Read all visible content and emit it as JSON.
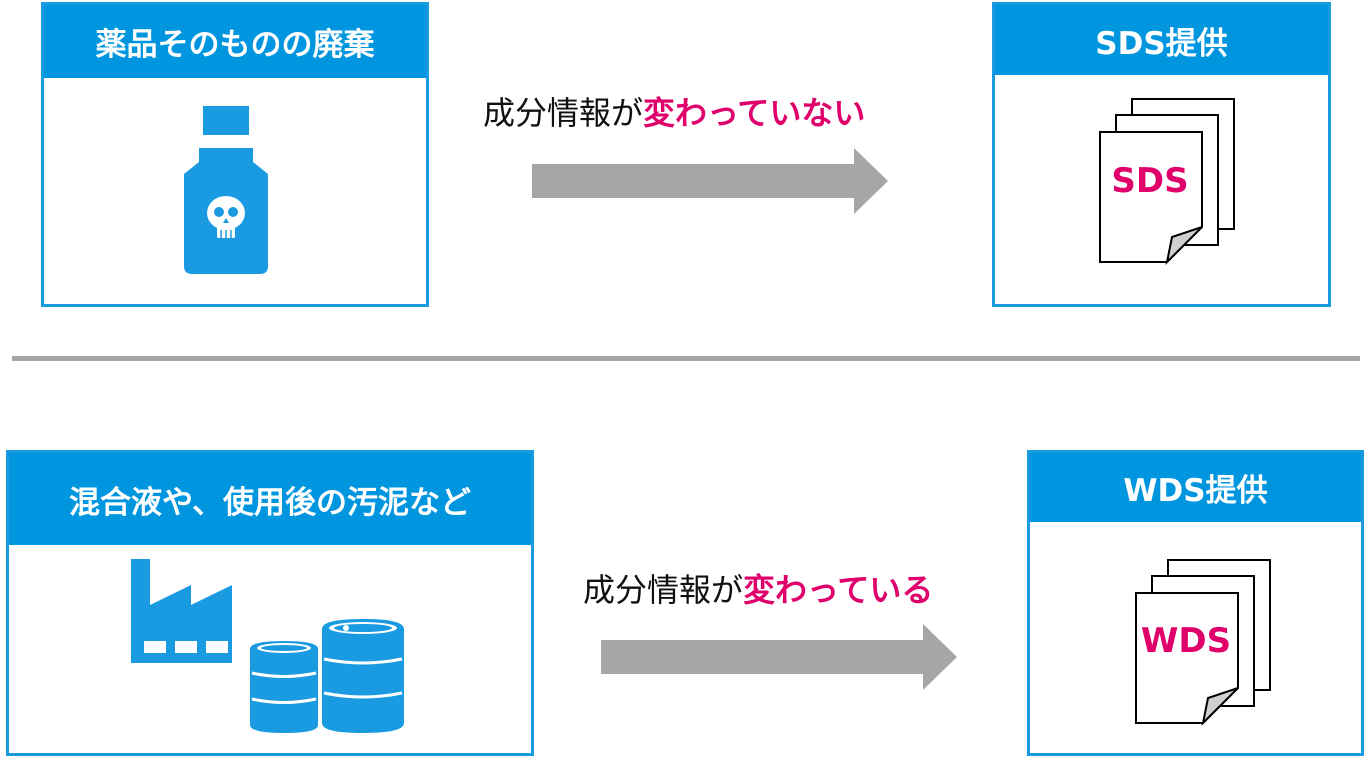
{
  "top_row": {
    "source_title": "薬品そのものの廃棄",
    "message_prefix": "成分情報が",
    "message_highlight": "変わっていない",
    "target_title": "SDS提供",
    "doc_label": "SDS"
  },
  "bottom_row": {
    "source_title": "混合液や、使用後の汚泥など",
    "message_prefix": "成分情報が",
    "message_highlight": "変わっている",
    "target_title": "WDS提供",
    "doc_label": "WDS"
  },
  "colors": {
    "header_blue": "#0096df",
    "icon_blue": "#1a9ae0",
    "highlight_pink": "#e0006b",
    "arrow_gray": "#a6a6a6"
  },
  "icons": [
    "poison-bottle-icon",
    "document-stack-icon",
    "factory-icon",
    "drum-barrels-icon"
  ]
}
